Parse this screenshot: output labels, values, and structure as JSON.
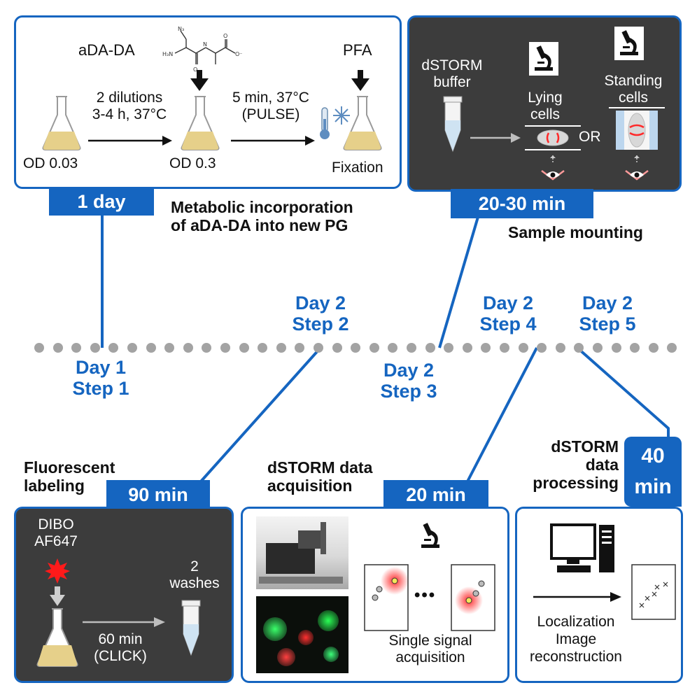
{
  "step1": {
    "reagent": "aDA-DA",
    "od_start": "OD 0.03",
    "dilution_line1": "2 dilutions",
    "dilution_line2": "3-4 h, 37°C",
    "od_mid": "OD 0.3",
    "pulse_line1": "5 min, 37°C",
    "pulse_line2": "(PULSE)",
    "fixative": "PFA",
    "fixation": "Fixation",
    "duration": "1 day",
    "title_line1": "Metabolic incorporation",
    "title_line2": "of aDA-DA into new PG"
  },
  "step3": {
    "buffer_line1": "dSTORM",
    "buffer_line2": "buffer",
    "lying_line1": "Lying",
    "lying_line2": "cells",
    "or": "OR",
    "standing_line1": "Standing",
    "standing_line2": "cells",
    "duration": "20-30 min",
    "title": "Sample mounting"
  },
  "timeline": {
    "step1_day": "Day 1",
    "step1_label": "Step 1",
    "step2_day": "Day 2",
    "step2_label": "Step 2",
    "step3_day": "Day 2",
    "step3_label": "Step 3",
    "step4_day": "Day 2",
    "step4_label": "Step 4",
    "step5_day": "Day 2",
    "step5_label": "Step 5"
  },
  "step2": {
    "title_line1": "Fluorescent",
    "title_line2": "labeling",
    "duration": "90 min",
    "dye_line1": "DIBO",
    "dye_line2": "AF647",
    "washes_line1": "2",
    "washes_line2": "washes",
    "click_line1": "60 min",
    "click_line2": "(CLICK)"
  },
  "step4": {
    "title_line1": "dSTORM data",
    "title_line2": "acquisition",
    "duration": "20 min",
    "ellipsis": "•••",
    "caption_line1": "Single signal",
    "caption_line2": "acquisition"
  },
  "step5": {
    "title_line1": "dSTORM",
    "title_line2": "data",
    "title_line3": "processing",
    "duration_line1": "40",
    "duration_line2": "min",
    "caption_line1": "Localization",
    "caption_line2": "Image",
    "caption_line3": "reconstruction"
  },
  "icons": [
    "flask-icon",
    "molecule-icon",
    "thermometer-snowflake-icon",
    "microscope-icon",
    "tube-icon",
    "cell-slide-icon",
    "eye-icon",
    "star-burst-icon",
    "computer-icon",
    "localization-plot-icon",
    "signal-frame-icon",
    "instrument-photo"
  ],
  "colors": {
    "accent": "#1565c0",
    "dark_panel": "#3c3c3c",
    "timeline_dot": "#a3a3a3",
    "culture": "#e6d08a",
    "signal_red": "#ff2a2a"
  }
}
